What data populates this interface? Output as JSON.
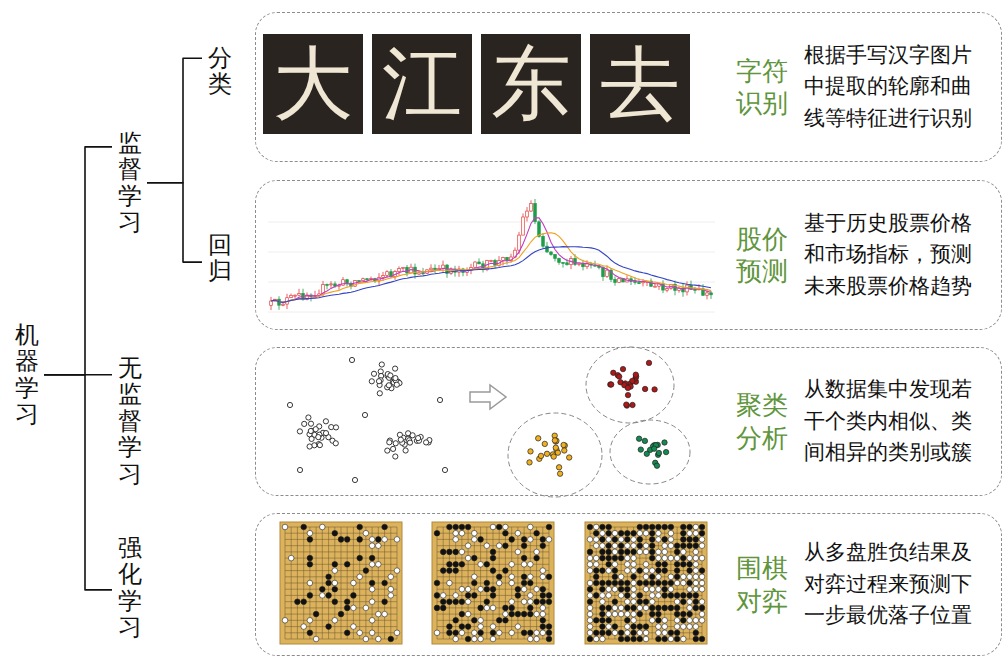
{
  "diagram": {
    "nodes": [
      {
        "text": [
          "机器学习"
        ]
      },
      {
        "text": [
          "监督学习"
        ]
      },
      {
        "text": [
          "分类"
        ]
      },
      {
        "text": [
          "回归"
        ]
      },
      {
        "text": [
          "无监督学习"
        ]
      },
      {
        "text": [
          "强化学习"
        ]
      },
      {
        "text": [
          "字符识别",
          "根据手写汉字图片中提取的轮廓和曲线等特征进行识别"
        ]
      },
      {
        "text": [
          "股价预测",
          "基于历史股票价格和市场指标，预测未来股票价格趋势"
        ]
      },
      {
        "text": [
          "聚类分析",
          "从数据集中发现若干个类内相似、类间相异的类别或簇"
        ]
      },
      {
        "text": [
          "围棋对弈",
          "从多盘胜负结果及对弈过程来预测下一步最优落子位置"
        ]
      }
    ],
    "edges": [
      {
        "from": 0,
        "to": 1,
        "arrow": "none"
      },
      {
        "from": 0,
        "to": 4,
        "arrow": "none"
      },
      {
        "from": 0,
        "to": 5,
        "arrow": "none"
      },
      {
        "from": 1,
        "to": 2,
        "arrow": "none"
      },
      {
        "from": 1,
        "to": 3,
        "arrow": "none"
      }
    ],
    "labels": [
      "大",
      "江",
      "东",
      "去"
    ]
  }
}
